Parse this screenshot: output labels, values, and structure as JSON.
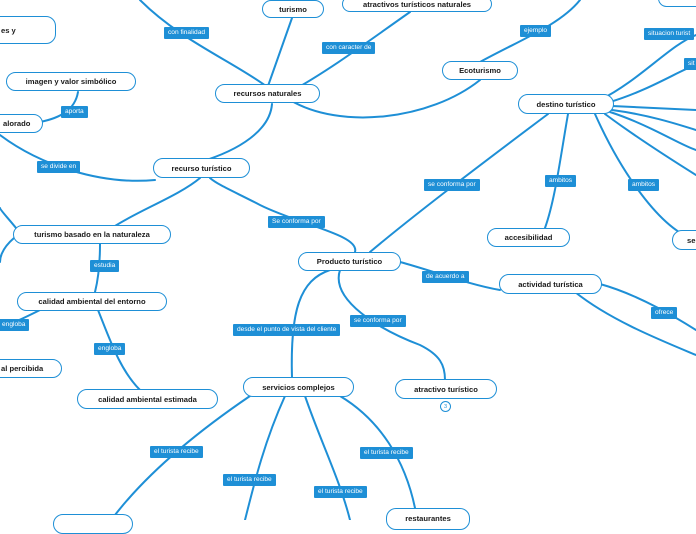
{
  "accent_color": "#1e8fd6",
  "nodes": {
    "es_y": "es y",
    "turismo": "turismo",
    "atractivos_naturales": "atractivos turísticos naturales",
    "imagen_valor": "imagen y valor simbólico",
    "valorado": "alorado",
    "recursos_naturales": "recursos naturales",
    "ecoturismo": "Ecoturismo",
    "destino_turistico": "destino turístico",
    "recurso_turistico": "recurso turístico",
    "turismo_naturaleza": "turismo basado en la naturaleza",
    "accesibilidad": "accesibilidad",
    "producto_turistico": "Producto turístico",
    "actividad_turistica": "actividad turística",
    "calidad_entorno": "calidad ambiental del entorno",
    "percibida": "al percibida",
    "calidad_estimada": "calidad ambiental estimada",
    "servicios_complejos": "servicios complejos",
    "atractivo_turistico": "atractivo turístico",
    "restaurantes": "restaurantes",
    "se_right": "se"
  },
  "badges": {
    "atractivo_count": "3"
  },
  "labels": {
    "con_finalidad": "con finalidad",
    "con_caracter_de": "con caracter de",
    "ejemplo": "ejemplo",
    "situacion_turist": "situacion turist",
    "sit": "sit",
    "aporta": "aporta",
    "se_divide_en": "se divide en",
    "se_conforma_por_top": "se conforma por",
    "ambitos_1": "ambitos",
    "ambitos_2": "ambitos",
    "se_conforma_por_left": "Se conforma por",
    "estudia": "estudia",
    "de_acuerdo_a": "de acuerdo a",
    "engloba_1": "engloba",
    "ofrece": "ofrece",
    "desde_punto_vista": "desde el punto de vista del cliente",
    "se_conforma_por_bottom": "se conforma por",
    "engloba_2": "engloba",
    "el_turista_recibe_1": "el turista recibe",
    "el_turista_recibe_2": "el turista recibe",
    "el_turista_recibe_3": "el turista recibe",
    "el_turista_recibe_4": "el turista recibe"
  }
}
